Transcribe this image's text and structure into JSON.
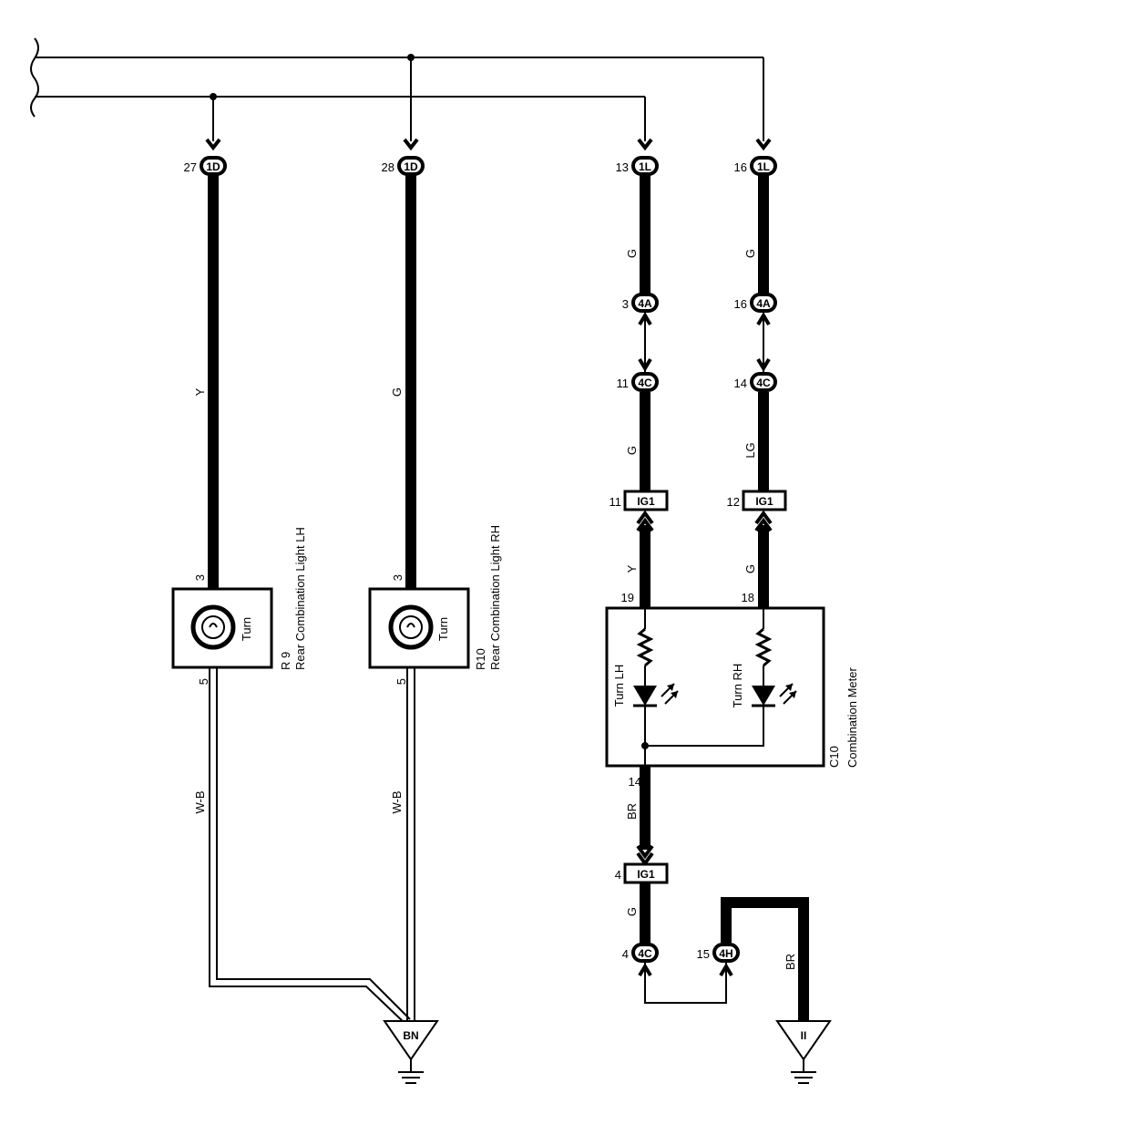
{
  "connectors_top": [
    {
      "pin": "27",
      "code": "1D"
    },
    {
      "pin": "28",
      "code": "1D"
    },
    {
      "pin": "13",
      "code": "1L"
    },
    {
      "pin": "16",
      "code": "1L"
    }
  ],
  "connectors_4a": [
    {
      "pin": "3",
      "code": "4A"
    },
    {
      "pin": "16",
      "code": "4A"
    }
  ],
  "connectors_4c": [
    {
      "pin": "11",
      "code": "4C"
    },
    {
      "pin": "14",
      "code": "4C"
    }
  ],
  "connectors_ig1": [
    {
      "pin": "11",
      "code": "IG1"
    },
    {
      "pin": "12",
      "code": "IG1"
    },
    {
      "pin": "4",
      "code": "IG1"
    }
  ],
  "connectors_bottom": [
    {
      "pin": "4",
      "code": "4C"
    },
    {
      "pin": "15",
      "code": "4H"
    }
  ],
  "wire_colors": {
    "lh_main": "Y",
    "rh_main": "G",
    "c13_upper": "G",
    "c16_upper": "G",
    "c13_mid": "G",
    "c16_mid": "LG",
    "c13_lower": "Y",
    "c16_lower": "G",
    "lh_ground": "W-B",
    "rh_ground": "W-B",
    "meter_out": "BR",
    "ig1_to_4c": "G",
    "to_ground_ii": "BR"
  },
  "lamp_lh": {
    "pin_top": "3",
    "pin_bottom": "5",
    "label": "Turn",
    "id": "R 9",
    "name": "Rear Combination Light LH"
  },
  "lamp_rh": {
    "pin_top": "3",
    "pin_bottom": "5",
    "label": "Turn",
    "id": "R10",
    "name": "Rear Combination Light RH"
  },
  "meter": {
    "pin_lh": "19",
    "pin_rh": "18",
    "pin_out": "14",
    "label_lh": "Turn LH",
    "label_rh": "Turn RH",
    "id": "C10",
    "name": "Combination Meter"
  },
  "grounds": {
    "bn": "BN",
    "ii": "II"
  }
}
